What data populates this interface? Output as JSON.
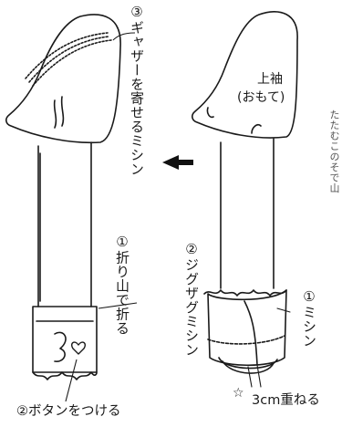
{
  "labels": {
    "gather": "③ギャザーを寄せるミシン",
    "fold": "①折り山で折る",
    "button": "②ボタンをつける",
    "zigzag": "②ジグザグミシン",
    "stitch": "①ミシン",
    "sleeve_title": "上袖",
    "sleeve_side": "(おもて)",
    "overlap": "3cm重ねる",
    "star": "☆",
    "side_text": "たたむこのそで山"
  },
  "colors": {
    "line": "#1a1a1a",
    "arrow": "#111111"
  }
}
